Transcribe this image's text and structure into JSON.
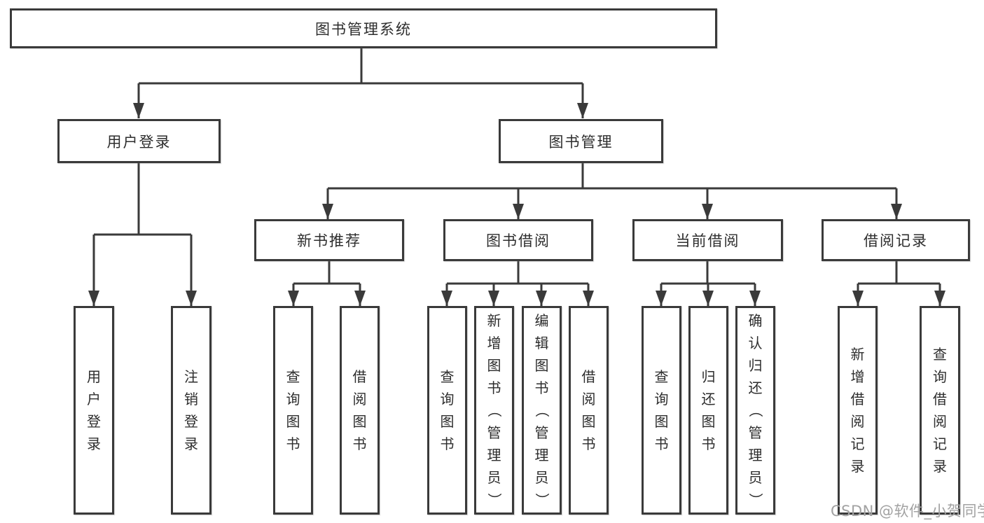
{
  "diagram": {
    "tree": {
      "root": {
        "label": "图书管理系统"
      },
      "user_login": {
        "label": "用户登录",
        "children": [
          "用户登录",
          "注销登录"
        ]
      },
      "book_mgmt": {
        "label": "图书管理",
        "groups": [
          {
            "label": "新书推荐",
            "children": [
              "查询图书",
              "借阅图书"
            ]
          },
          {
            "label": "图书借阅",
            "children": [
              "查询图书",
              "新增图书（管理员）",
              "编辑图书（管理员）",
              "借阅图书"
            ]
          },
          {
            "label": "当前借阅",
            "children": [
              "查询图书",
              "归还图书",
              "确认归还（管理员）"
            ]
          },
          {
            "label": "借阅记录",
            "children": [
              "新增借阅记录",
              "查询借阅记录"
            ]
          }
        ]
      }
    },
    "colors": {
      "line": "#3a3a3a",
      "text": "#2d2d2d",
      "watermark": "#a2a2a2",
      "background": "#ffffff"
    },
    "watermark": "CSDN @软件_小贺同学"
  }
}
